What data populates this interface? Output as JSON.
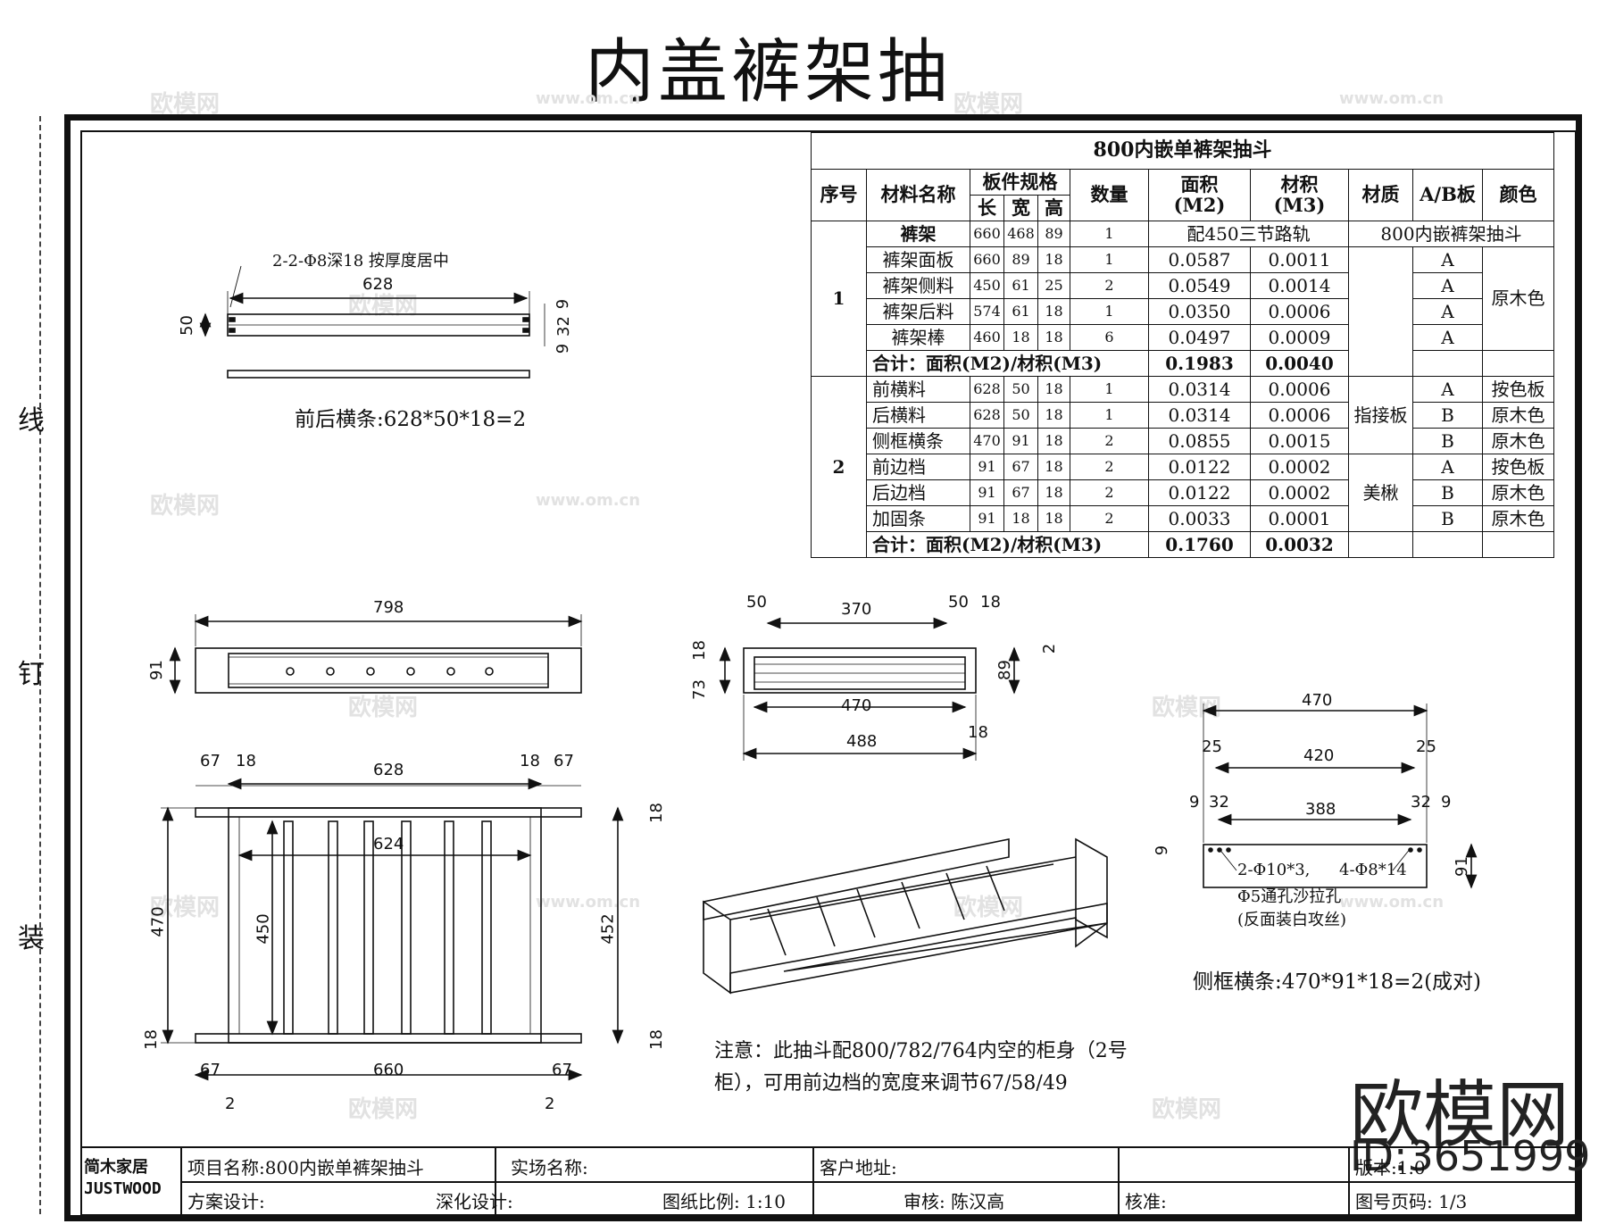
{
  "title": "内盖裤架抽",
  "binder": [
    "线",
    "钉",
    "装"
  ],
  "table": {
    "title": "800内嵌单裤架抽斗",
    "headers": {
      "seq": "序号",
      "name": "材料名称",
      "spec": "板件规格",
      "l": "长",
      "w": "宽",
      "h": "高",
      "qty": "数量",
      "area": "面积\n(M2)",
      "vol": "材积\n(M3)",
      "mat": "材质",
      "ab": "A/B板",
      "color": "颜色"
    },
    "g1": {
      "seq": "1",
      "head": {
        "name": "裤架",
        "l": "660",
        "w": "468",
        "h": "89",
        "qty": "1",
        "rail": "配450三节路轨",
        "label": "800内嵌裤架抽斗"
      },
      "rows": [
        {
          "name": "裤架面板",
          "l": "660",
          "w": "89",
          "h": "18",
          "qty": "1",
          "area": "0.0587",
          "vol": "0.0011",
          "ab": "A"
        },
        {
          "name": "裤架侧料",
          "l": "450",
          "w": "61",
          "h": "25",
          "qty": "2",
          "area": "0.0549",
          "vol": "0.0014",
          "ab": "A"
        },
        {
          "name": "裤架后料",
          "l": "574",
          "w": "61",
          "h": "18",
          "qty": "1",
          "area": "0.0350",
          "vol": "0.0006",
          "ab": "A"
        },
        {
          "name": "裤架棒",
          "l": "460",
          "w": "18",
          "h": "18",
          "qty": "6",
          "area": "0.0497",
          "vol": "0.0009",
          "ab": "A"
        }
      ],
      "color": "原木色",
      "total": {
        "label": "合计：面积(M2)/材积(M3)",
        "area": "0.1983",
        "vol": "0.0040"
      }
    },
    "g2": {
      "seq": "2",
      "rows": [
        {
          "name": "前横料",
          "l": "628",
          "w": "50",
          "h": "18",
          "qty": "1",
          "area": "0.0314",
          "vol": "0.0006",
          "ab": "A",
          "color": "按色板"
        },
        {
          "name": "后横料",
          "l": "628",
          "w": "50",
          "h": "18",
          "qty": "1",
          "area": "0.0314",
          "vol": "0.0006",
          "ab": "B",
          "color": "原木色"
        },
        {
          "name": "侧框横条",
          "l": "470",
          "w": "91",
          "h": "18",
          "qty": "2",
          "area": "0.0855",
          "vol": "0.0015",
          "ab": "B",
          "color": "原木色"
        },
        {
          "name": "前边档",
          "l": "91",
          "w": "67",
          "h": "18",
          "qty": "2",
          "area": "0.0122",
          "vol": "0.0002",
          "ab": "A",
          "color": "按色板"
        },
        {
          "name": "后边档",
          "l": "91",
          "w": "67",
          "h": "18",
          "qty": "2",
          "area": "0.0122",
          "vol": "0.0002",
          "ab": "B",
          "color": "原木色"
        },
        {
          "name": "加固条",
          "l": "91",
          "w": "18",
          "h": "18",
          "qty": "2",
          "area": "0.0033",
          "vol": "0.0001",
          "ab": "B",
          "color": "原木色"
        }
      ],
      "mat1": "指接板",
      "mat2": "美楸",
      "total": {
        "label": "合计：面积(M2)/材积(M3)",
        "area": "0.1760",
        "vol": "0.0032"
      }
    }
  },
  "drawing1": {
    "note": "2-2-Φ8深18 按厚度居中",
    "len": "628",
    "h": "50",
    "d1": "9",
    "d2": "32",
    "d3": "9",
    "caption": "前后横条:628*50*18=2"
  },
  "drawing2": {
    "len": "798",
    "h": "91"
  },
  "drawing3": {
    "a": "50",
    "b": "370",
    "c": "50",
    "d": "18",
    "e": "18",
    "f": "73",
    "g": "89",
    "h": "470",
    "i": "488",
    "j": "18",
    "k": "2"
  },
  "drawing4": {
    "a": "67",
    "b": "18",
    "c": "628",
    "d": "18",
    "e": "67",
    "f": "624",
    "g": "470",
    "h": "450",
    "i": "452",
    "j": "18",
    "k": "18",
    "l": "18",
    "m": "18",
    "n": "67",
    "o": "660",
    "p": "67",
    "q": "2",
    "r": "2"
  },
  "drawing5": {
    "a": "470",
    "b": "25",
    "c": "420",
    "d": "25",
    "e": "9",
    "f": "32",
    "g": "388",
    "h": "32",
    "i": "9",
    "j": "9",
    "k": "91",
    "n1": "2-Φ10*3,",
    "n2": "4-Φ8*14",
    "n3": "Φ5通孔沙拉孔",
    "n4": "(反面装白攻丝)",
    "caption": "侧框横条:470*91*18=2(成对)"
  },
  "note": "注意：此抽斗配800/782/764内空的柜身（2号柜），可用前边档的宽度来调节67/58/49",
  "titleblock": {
    "project": "项目名称:800内嵌单裤架抽斗",
    "site": "实场名称:",
    "client": "客户地址:",
    "version": "版本:1.0",
    "plan": "方案设计:",
    "deep": "深化设计:",
    "scale": "图纸比例: 1:10",
    "review": "审核: 陈汉高",
    "approve": "核准:",
    "page": "图号页码: 1/3",
    "logo1": "简木家居",
    "logo2": "JUSTWOOD"
  },
  "watermark": {
    "brand": "欧模网",
    "id": "ID:3651999",
    "small1": "欧模网",
    "small2": "www.om.cn"
  }
}
